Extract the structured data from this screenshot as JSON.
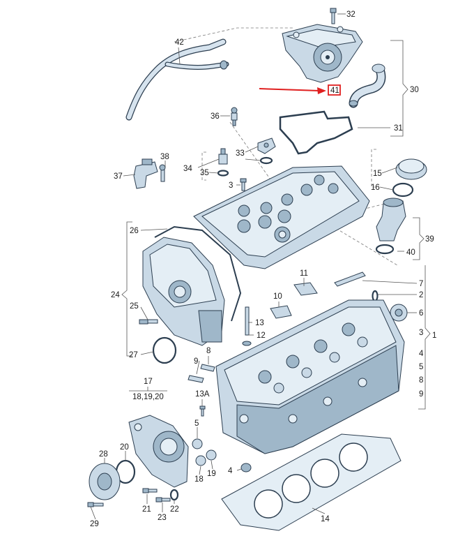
{
  "callouts": {
    "c1": "1",
    "c2": "2",
    "c3": "3",
    "c4": "4",
    "c5": "5",
    "c6": "6",
    "c7": "7",
    "c8": "8",
    "c9": "9",
    "c10": "10",
    "c11": "11",
    "c12": "12",
    "c13": "13",
    "c13a": "13A",
    "c14": "14",
    "c15": "15",
    "c16": "16",
    "c17": "17",
    "c18": "18",
    "c19": "19",
    "c20": "20",
    "c21": "21",
    "c22": "22",
    "c23": "23",
    "c24": "24",
    "c25": "25",
    "c26": "26",
    "c27": "27",
    "c28": "28",
    "c29": "29",
    "c30": "30",
    "c31": "31",
    "c32": "32",
    "c33": "33",
    "c34": "34",
    "c35": "35",
    "c36": "36",
    "c37": "37",
    "c38": "38",
    "c39": "39",
    "c40": "40",
    "c41": "41",
    "c42": "42",
    "c18_19_20": "18,19,20"
  },
  "highlight": {
    "part": "41",
    "color": "#e02020"
  },
  "colors": {
    "part_fill": "#c9d9e6",
    "outline": "#2c3e50",
    "arrow": "#e02020"
  }
}
